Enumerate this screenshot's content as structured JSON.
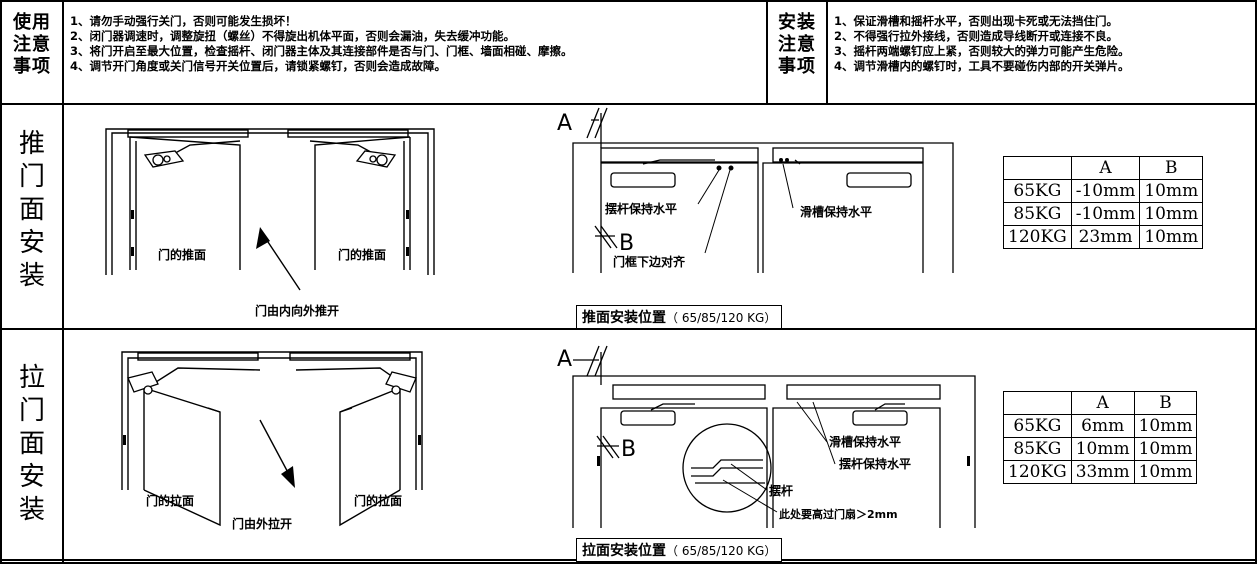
{
  "header": {
    "usage_title": "使用\n注意\n事项",
    "usage_notes": [
      "1、请勿手动强行关门，否则可能发生损坏！",
      "2、闭门器调速时，调整旋扭（螺丝）不得旋出机体平面，否则会漏油，失去缓冲功能。",
      "3、将门开启至最大位置，检查摇杆、闭门器主体及其连接部件是否与门、门框、墙面相碰、摩擦。",
      "4、调节开门角度或关门信号开关位置后，请锁紧螺钉，否则会造成故障。"
    ],
    "install_title": "安装\n注意\n事项",
    "install_notes": [
      "1、保证滑槽和摇杆水平，否则出现卡死或无法挡住门。",
      "2、不得强行拉外接线，否则造成导线断开或连接不良。",
      "3、摇杆两端螺钉应上紧，否则较大的弹力可能产生危险。",
      "4、调节滑槽内的螺钉时，工具不要碰伤内部的开关弹片。"
    ]
  },
  "push": {
    "side_label": [
      "推",
      "门",
      "面",
      "安",
      "装"
    ],
    "left_door_label": "门的推面",
    "right_door_label": "门的推面",
    "direction_label": "门由内向外推开",
    "marker_a": "A",
    "marker_b": "B",
    "arm_level_label": "摆杆保持水平",
    "track_level_label": "滑槽保持水平",
    "frame_align_label": "门框下边对齐",
    "caption_main": "推面安装位置",
    "caption_spec": "（ 65/85/120 KG）",
    "table": {
      "headers": [
        "",
        "A",
        "B"
      ],
      "rows": [
        [
          "65KG",
          "-10mm",
          "10mm"
        ],
        [
          "85KG",
          "-10mm",
          "10mm"
        ],
        [
          "120KG",
          "23mm",
          "10mm"
        ]
      ]
    }
  },
  "pull": {
    "side_label": [
      "拉",
      "门",
      "面",
      "安",
      "装"
    ],
    "left_door_label": "门的拉面",
    "right_door_label": "门的拉面",
    "direction_label": "门由外拉开",
    "marker_a": "A",
    "marker_b": "B",
    "track_level_label": "滑槽保持水平",
    "arm_level_label": "摆杆保持水平",
    "rocker_label": "摆杆",
    "clearance_label": "此处要高过门扇＞2mm",
    "caption_main": "拉面安装位置",
    "caption_spec": "（ 65/85/120 KG）",
    "table": {
      "headers": [
        "",
        "A",
        "B"
      ],
      "rows": [
        [
          "65KG",
          "6mm",
          "10mm"
        ],
        [
          "85KG",
          "10mm",
          "10mm"
        ],
        [
          "120KG",
          "33mm",
          "10mm"
        ]
      ]
    }
  }
}
